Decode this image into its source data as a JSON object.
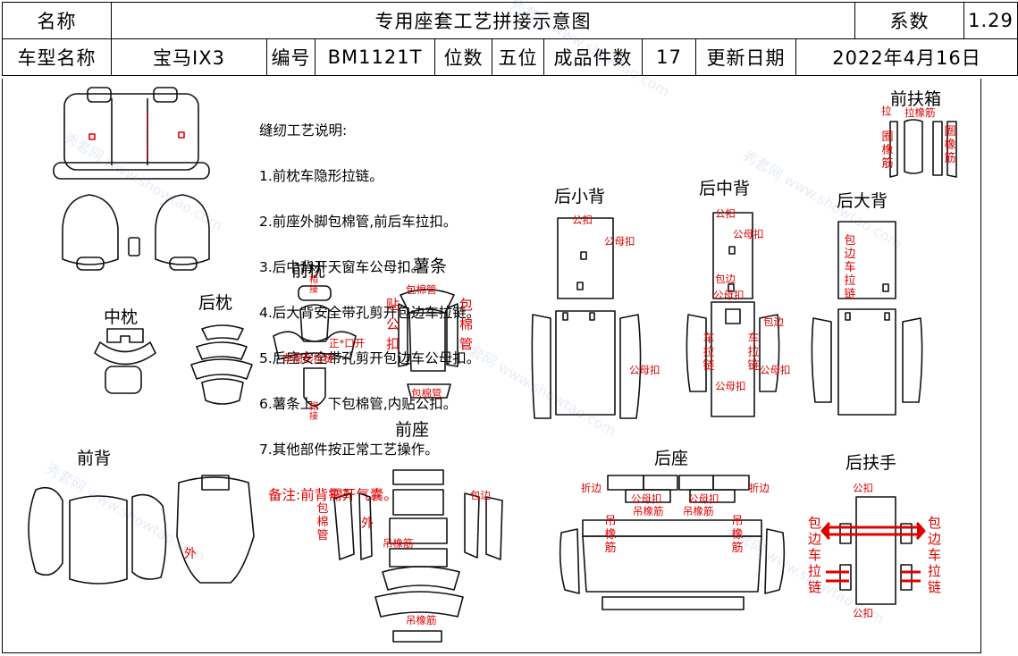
{
  "header": {
    "name_label": "名称",
    "doc_title": "专用座套工艺拼接示意图",
    "coef_label": "系数",
    "coef_value": "1.29",
    "model_label": "车型名称",
    "model_value": "宝马IX3",
    "code_label": "编号",
    "code_value": "BM1121T",
    "seats_label": "位数",
    "seats_value": "五位",
    "pieces_label": "成品件数",
    "pieces_value": "17",
    "update_label": "更新日期",
    "update_value": "2022年4月16日"
  },
  "notes": {
    "title": "缝纫工艺说明:",
    "items": [
      "1.前枕车隐形拉链。",
      "2.前座外脚包棉管,前后车拉扣。",
      "3.后中背开天窗车公母扣。",
      "4.后大背安全带孔剪开包边车拉链。",
      "5.后座安全带孔剪开包边车公母扣。",
      "6.薯条上、下包棉管,内贴公扣。",
      "7.其他部件按正常工艺操作。"
    ],
    "remark": "备注:前背需开气囊。"
  },
  "sections": {
    "front_armrest_box": "前扶箱",
    "rear_small_back": "后小背",
    "rear_middle_back": "后中背",
    "rear_big_back": "后大背",
    "front_headrest": "前枕",
    "fries": "薯条",
    "middle_headrest": "中枕",
    "rear_headrest": "后枕",
    "front_back": "前背",
    "front_seat": "前座",
    "rear_seat": "后座",
    "rear_armrest": "后扶手"
  },
  "annotations": {
    "male_button": "公扣",
    "male_female_button": "公母扣",
    "binding": "包边",
    "pull": "拉",
    "pull_elastic": "拉橡筋",
    "ring_elastic": "圈橡筋",
    "shoulder_elastic": "肩橡筋",
    "binding_zipper": "包边车拉链",
    "zipper": "车拉链",
    "sew": "相接",
    "open_mouth": "正*口开",
    "invisible_zipper": "车隐形拉链",
    "cotton_tube": "包棉管",
    "paste_male": "贴公扣",
    "wrap_tube": "包棉管",
    "outer": "外",
    "fold_edge": "折边",
    "hang_elastic": "吊橡筋",
    "male_female_button_2": "公母扣"
  },
  "watermark": "秀套网 www.showtao.com"
}
